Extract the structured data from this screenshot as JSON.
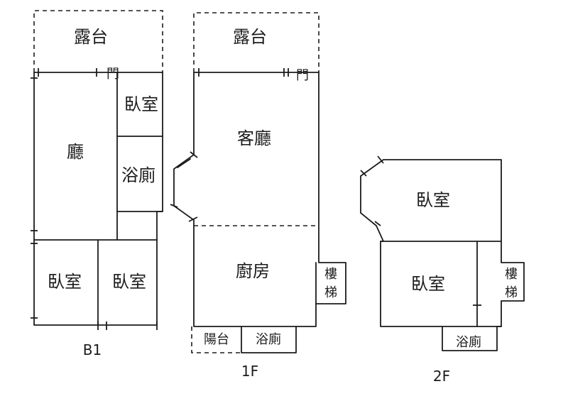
{
  "floors": {
    "b1": {
      "name": "B1",
      "terrace": "露台",
      "door": "門",
      "bedroom_top": "臥室",
      "bath": "浴廁",
      "hall": "廳",
      "bedroom_left": "臥室",
      "bedroom_right": "臥室"
    },
    "f1": {
      "name": "1F",
      "terrace": "露台",
      "door": "門",
      "living": "客廳",
      "kitchen": "廚房",
      "stairs_1": "樓",
      "stairs_2": "梯",
      "balcony": "陽台",
      "bath": "浴廁"
    },
    "f2": {
      "name": "2F",
      "bedroom_top": "臥室",
      "bedroom": "臥室",
      "stairs_1": "樓",
      "stairs_2": "梯",
      "bath": "浴廁"
    }
  }
}
